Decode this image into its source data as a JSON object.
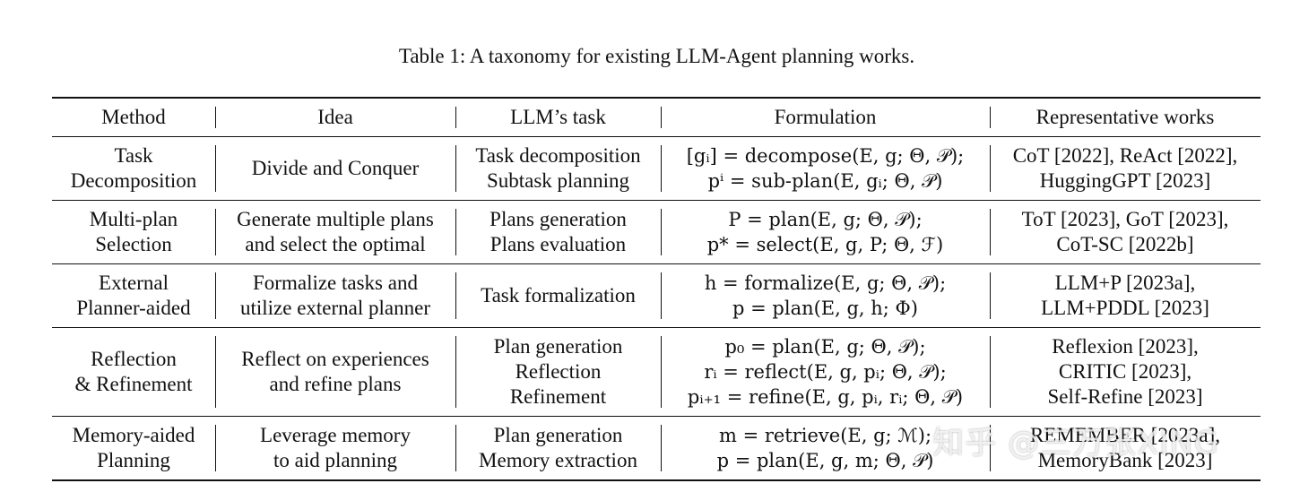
{
  "caption": "Table 1: A taxonomy for existing LLM-Agent planning works.",
  "headers": [
    "Method",
    "Idea",
    "LLM’s task",
    "Formulation",
    "Representative works"
  ],
  "rows": [
    {
      "method": [
        "Task",
        "Decomposition"
      ],
      "idea": [
        "Divide and Conquer"
      ],
      "task": [
        "Task decomposition",
        "Subtask planning"
      ],
      "formulation": [
        "[gᵢ] = decompose(E, g; Θ, 𝒫);",
        "pⁱ = sub-plan(E, gᵢ; Θ, 𝒫)"
      ],
      "works": [
        "CoT [2022], ReAct [2022],",
        "HuggingGPT [2023]"
      ]
    },
    {
      "method": [
        "Multi-plan",
        "Selection"
      ],
      "idea": [
        "Generate multiple plans",
        "and select the optimal"
      ],
      "task": [
        "Plans generation",
        "Plans evaluation"
      ],
      "formulation": [
        "P = plan(E, g; Θ, 𝒫);",
        "p* = select(E, g, P; Θ, ℱ)"
      ],
      "works": [
        "ToT [2023], GoT [2023],",
        "CoT-SC [2022b]"
      ]
    },
    {
      "method": [
        "External",
        "Planner-aided"
      ],
      "idea": [
        "Formalize tasks and",
        "utilize external planner"
      ],
      "task": [
        "Task formalization"
      ],
      "formulation": [
        "h = formalize(E, g; Θ, 𝒫);",
        "p = plan(E, g, h; Φ)"
      ],
      "works": [
        "LLM+P [2023a],",
        "LLM+PDDL [2023]"
      ]
    },
    {
      "method": [
        "Reflection",
        "& Refinement"
      ],
      "idea": [
        "Reflect on experiences",
        "and refine plans"
      ],
      "task": [
        "Plan generation",
        "Reflection",
        "Refinement"
      ],
      "formulation": [
        "p₀ = plan(E, g; Θ, 𝒫);",
        "rᵢ = reflect(E, g, pᵢ; Θ, 𝒫);",
        "pᵢ₊₁ = refine(E, g, pᵢ, rᵢ; Θ, 𝒫)"
      ],
      "works": [
        "Reflexion [2023],",
        "CRITIC [2023],",
        "Self-Refine [2023]"
      ]
    },
    {
      "method": [
        "Memory-aided",
        "Planning"
      ],
      "idea": [
        "Leverage memory",
        "to aid planning"
      ],
      "task": [
        "Plan generation",
        "Memory extraction"
      ],
      "formulation": [
        "m = retrieve(E, g; ℳ);",
        "p = plan(E, g, m; Θ, 𝒫)"
      ],
      "works": [
        "REMEMBER [2023a],",
        "MemoryBank [2023]"
      ]
    }
  ],
  "watermark": "知乎 @三万张XING"
}
